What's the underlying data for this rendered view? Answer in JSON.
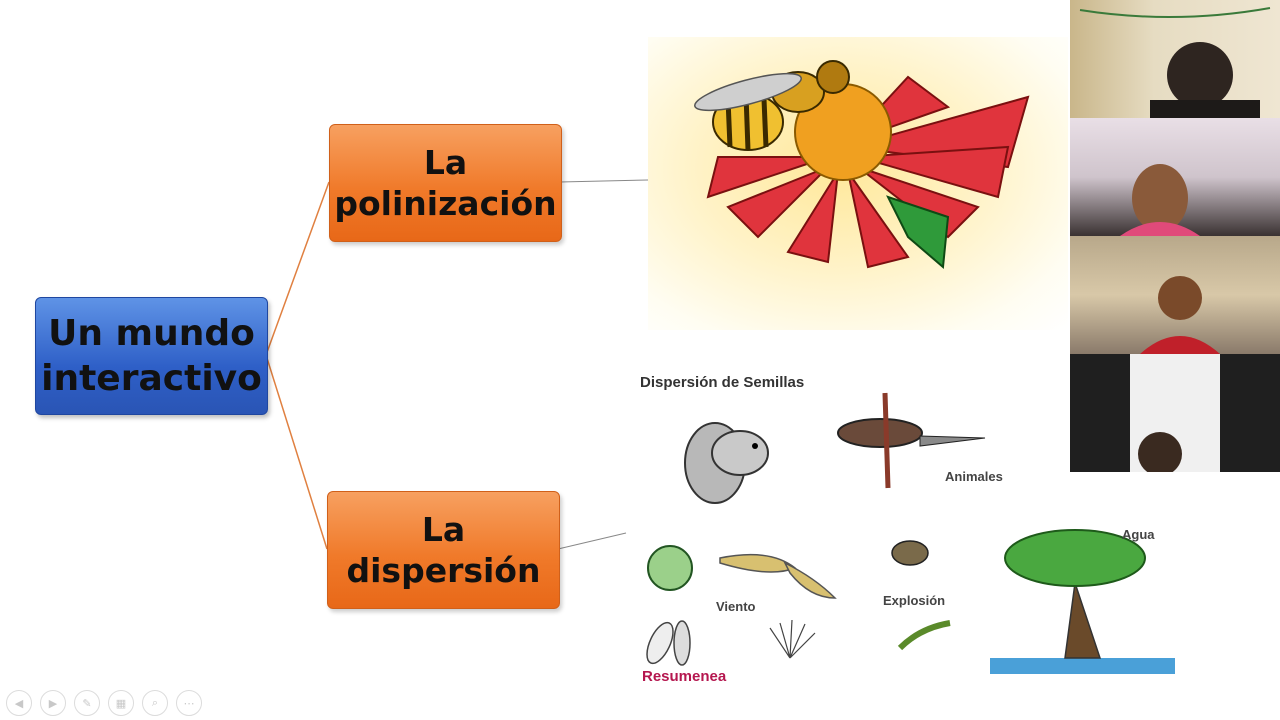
{
  "mindmap": {
    "central": "Un mundo\ninteractivo",
    "branches": [
      {
        "label": "La\npolinización"
      },
      {
        "label": "La\ndispersión"
      }
    ]
  },
  "seed_figure": {
    "title": "Dispersión de Semillas",
    "labels": {
      "animales": "Animales",
      "viento": "Viento",
      "explosion": "Explosión",
      "agua": "Agua"
    },
    "brand": "Resumenea"
  },
  "toolbar": {
    "icons": [
      "prev-icon",
      "next-icon",
      "pen-icon",
      "slides-icon",
      "zoom-icon",
      "more-icon"
    ]
  },
  "colors": {
    "central": "#3d6fd6",
    "branch": "#f07a2a",
    "connector": "#e08040"
  }
}
